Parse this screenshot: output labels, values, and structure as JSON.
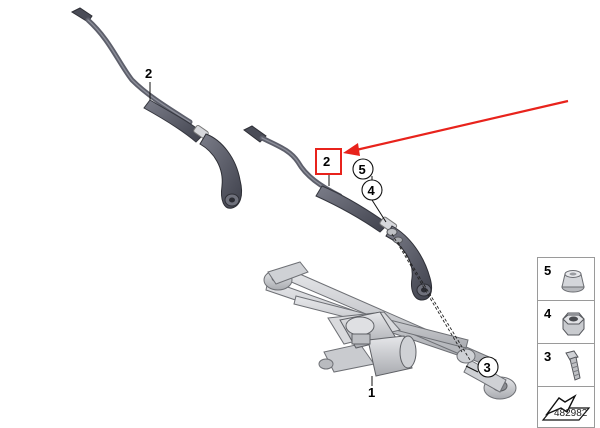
{
  "callouts": {
    "arm_left": "2",
    "arm_right": "2",
    "cap": "5",
    "nut": "4",
    "motor": "1",
    "bolt": "3"
  },
  "legend": [
    {
      "number": "5",
      "icon": "cap-icon"
    },
    {
      "number": "4",
      "icon": "hex-nut-icon"
    },
    {
      "number": "3",
      "icon": "bolt-icon"
    },
    {
      "number": "",
      "icon": "vehicle-direction-icon"
    }
  ],
  "diagram_number": "482982",
  "colors": {
    "highlight": "#e8231c",
    "arm": "#5d5f6b",
    "linkage": "#c9cbcf"
  }
}
